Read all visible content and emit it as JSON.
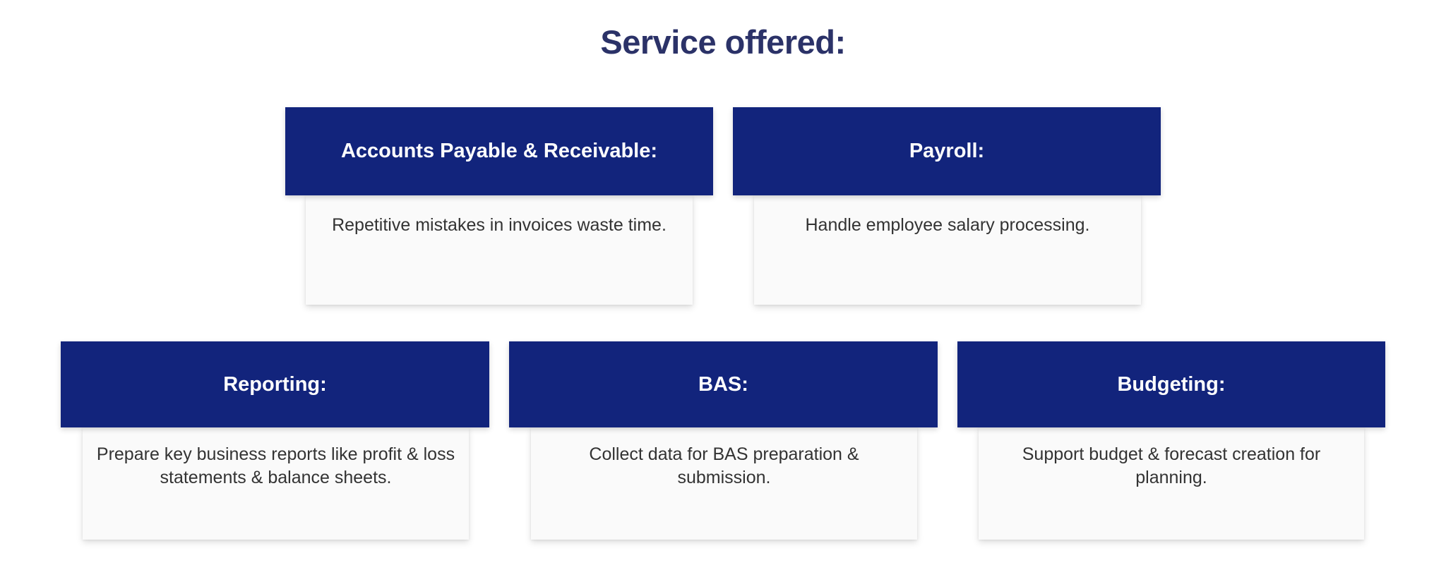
{
  "page": {
    "title": "Service offered:",
    "background_color": "#ffffff",
    "title_color": "#2b3268",
    "header_color": "#12247c",
    "header_text_color": "#ffffff",
    "body_color": "#fafafa",
    "body_text_color": "#333333"
  },
  "rows": [
    {
      "cards": [
        {
          "header": "Accounts Payable & Receivable:",
          "body": "Repetitive mistakes in invoices waste time."
        },
        {
          "header": "Payroll:",
          "body": "Handle employee salary processing."
        }
      ]
    },
    {
      "cards": [
        {
          "header": "Reporting:",
          "body": "Prepare key business reports like profit & loss statements & balance sheets."
        },
        {
          "header": "BAS:",
          "body": "Collect data for BAS preparation & submission."
        },
        {
          "header": "Budgeting:",
          "body": "Support budget & forecast creation for planning."
        }
      ]
    }
  ]
}
